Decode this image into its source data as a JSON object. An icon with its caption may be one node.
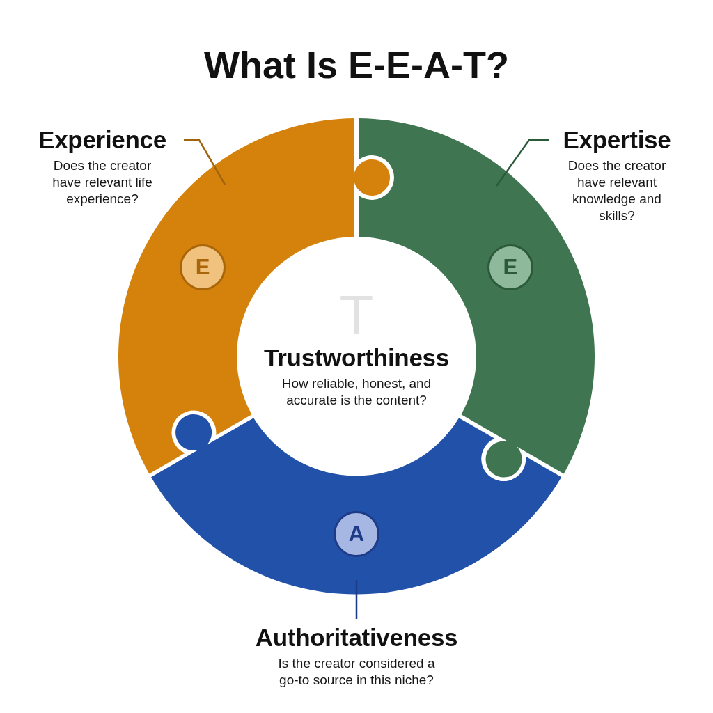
{
  "diagram": {
    "title": "What Is E-E-A-T?",
    "nodes": [
      {
        "text": [
          "Experience",
          "Does the creator have relevant life experience?"
        ]
      },
      {
        "text": [
          "E"
        ]
      },
      {
        "text": [
          "Expertise",
          "Does the creator have relevant knowledge and skills?"
        ]
      },
      {
        "text": [
          "E"
        ]
      },
      {
        "text": [
          "T",
          "Trustworthiness",
          "How reliable, honest, and accurate is the content?"
        ]
      },
      {
        "text": [
          "A"
        ]
      },
      {
        "text": [
          "Authoritativeness",
          "Is the creator considered a go-to source in this niche?"
        ]
      }
    ],
    "edges": [
      {
        "from": 0,
        "to": 1,
        "arrow": "none",
        "color": "#a0620c"
      },
      {
        "from": 2,
        "to": 3,
        "arrow": "none",
        "color": "#2b5a3b"
      },
      {
        "from": 6,
        "to": 5,
        "arrow": "none",
        "color": "#1d3b86"
      }
    ]
  }
}
